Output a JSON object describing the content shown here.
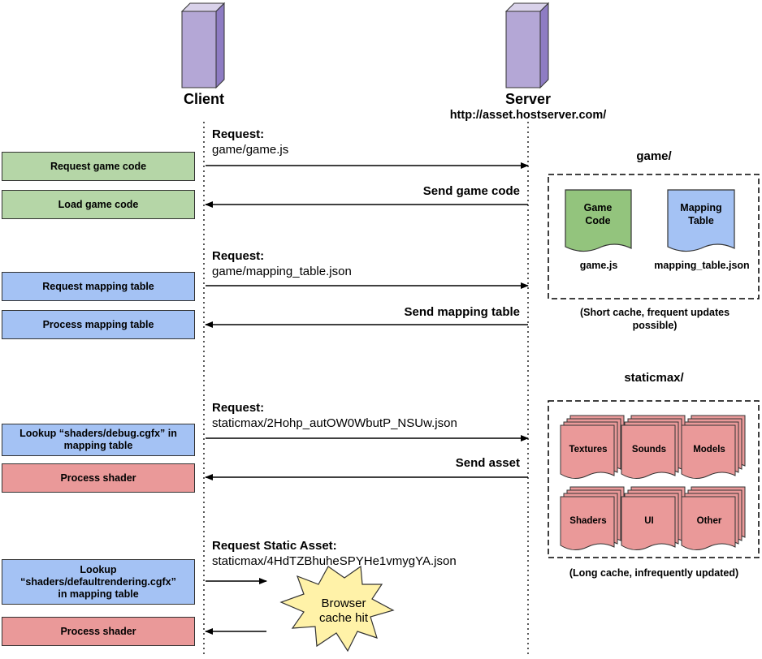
{
  "participants": {
    "client": "Client",
    "server": "Server",
    "server_url": "http://asset.hostserver.com/"
  },
  "client_steps": [
    "Request game code",
    "Load game code",
    "Request mapping table",
    "Process mapping table",
    "Lookup “shaders/debug.cgfx” in mapping table",
    "Process shader",
    "Lookup “shaders/defaultrendering.cgfx” in mapping table",
    "Process shader"
  ],
  "messages": {
    "req1_title": "Request:",
    "req1_path": "game/game.js",
    "send_game": "Send game code",
    "req2_title": "Request:",
    "req2_path": "game/mapping_table.json",
    "send_map": "Send mapping table",
    "req3_title": "Request:",
    "req3_path": "staticmax/2Hohp_autOW0WbutP_NSUw.json",
    "send_asset": "Send asset",
    "req4_title": "Request Static Asset:",
    "req4_path": "staticmax/4HdTZBhuheSPYHe1vmygYA.json",
    "cache_hit": "Browser cache hit"
  },
  "game_folder": {
    "title": "game/",
    "doc1_text": "Game Code",
    "doc1_file": "game.js",
    "doc2_text": "Mapping Table",
    "doc2_file": "mapping_table.json",
    "note": "(Short cache, frequent updates possible)"
  },
  "static_folder": {
    "title": "staticmax/",
    "stacks": [
      "Textures",
      "Sounds",
      "Models",
      "Shaders",
      "UI",
      "Other"
    ],
    "note": "(Long cache, infrequently updated)"
  },
  "colors": {
    "green": "#b5d6a7",
    "blue": "#a4c2f4",
    "red": "#ea9999",
    "server_purple": "#b4a7d6",
    "star_yellow": "#fff2a8"
  }
}
